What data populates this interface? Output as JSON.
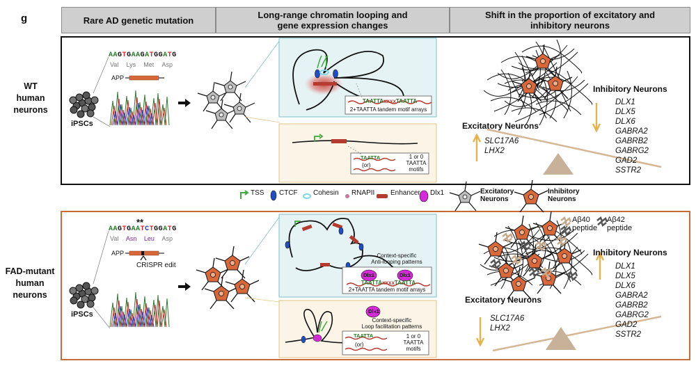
{
  "panel_label": "g",
  "headers": {
    "col1": "Rare AD genetic mutation",
    "col2_line1": "Long-range chromatin looping and",
    "col2_line2": "gene expression changes",
    "col3_line1": "Shift in the proportion of excitatory and",
    "col3_line2": "inhibitory neurons"
  },
  "rows": {
    "wt": {
      "line1": "WT",
      "line2": "human",
      "line3": "neurons"
    },
    "fad": {
      "line1": "FAD-mutant",
      "line2": "human",
      "line3": "neurons"
    }
  },
  "wt": {
    "seq_bases": [
      "A",
      "A",
      "G",
      "T",
      "G",
      "A",
      "A",
      "G",
      "A",
      "T",
      "G",
      "G",
      "A",
      "T",
      "G"
    ],
    "amino_acids": [
      "Val",
      "Lys",
      "Met",
      "Asp"
    ],
    "gene": "APP",
    "ipscs": "iPSCs",
    "loop_caption": "2+TAATTA tandem motif arrays",
    "motif": "TAATTA",
    "or": "(or)",
    "motif_count_line1": "1 or 0",
    "motif_count_line2": "TAATTA",
    "motif_count_line3": "motifs",
    "excitatory_title": "Excitatory Neurons",
    "excitatory_genes": [
      "SLC17A6",
      "LHX2"
    ],
    "inhibitory_title": "Inhibitory Neurons",
    "inhibitory_genes": [
      "DLX1",
      "DLX5",
      "DLX6",
      "GABRA2",
      "GABRB2",
      "GABRG2",
      "GAD2",
      "SSTR2"
    ]
  },
  "fad": {
    "stars": "**",
    "seq_bases": [
      "A",
      "A",
      "G",
      "T",
      "G",
      "A",
      "A",
      "T",
      "C",
      "T",
      "G",
      "G",
      "A",
      "T",
      "G"
    ],
    "amino_acids": [
      "Val",
      "Asn",
      "Leu",
      "Asp"
    ],
    "gene": "APP",
    "crispr": "CRISPR edit",
    "ipscs": "iPSCs",
    "anti_loop_line1": "Context-specific",
    "anti_loop_line2": "Anti-looping patterns",
    "dlx1": "Dlx1",
    "loop_caption": "2+TAATTA tandem motif arrays",
    "motif": "TAATTA",
    "loop_fac_line1": "Context-specific",
    "loop_fac_line2": "Loop facilitation patterns",
    "or": "(or)",
    "motif_count_line1": "1 or 0",
    "motif_count_line2": "TAATTA",
    "motif_count_line3": "motifs",
    "abeta40_line1": "Aβ40",
    "abeta40_line2": "peptide",
    "abeta42_line1": "Aβ42",
    "abeta42_line2": "peptide",
    "excitatory_title": "Excitatory Neurons",
    "excitatory_genes": [
      "SLC17A6",
      "LHX2"
    ],
    "inhibitory_title": "Inhibitory Neurons",
    "inhibitory_genes": [
      "DLX1",
      "DLX5",
      "DLX6",
      "GABRA2",
      "GABRB2",
      "GABRG2",
      "GAD2",
      "SSTR2"
    ]
  },
  "legend": {
    "tss": "TSS",
    "ctcf": "CTCF",
    "cohesin": "Cohesin",
    "rnapii": "RNAPII",
    "enhancer": "Enhancer",
    "dlx1": "Dlx1",
    "excitatory_line1": "Excitatory",
    "excitatory_line2": "Neurons",
    "inhibitory_line1": "Inhibitory",
    "inhibitory_line2": "Neurons"
  },
  "colors": {
    "header_bg": "#cfcfcf",
    "wt_border": "#111111",
    "fad_border": "#c96a3a",
    "loop_panel_bg": "#e6f3f4",
    "loop_panel_border": "#7fc1c4",
    "lower_panel_bg": "#fbf4e7",
    "lower_panel_border": "#e0c48a",
    "enhancer": "#b53a2f",
    "ctcf": "#1e4fc7",
    "cohesin": "#7fd6e6",
    "dlx1": "#d52ad8",
    "tss": "#3caa3c",
    "arrow_gold": "#e7b24a",
    "inhibitory_neuron": "#d8683a",
    "seesaw": "#d4b896"
  }
}
